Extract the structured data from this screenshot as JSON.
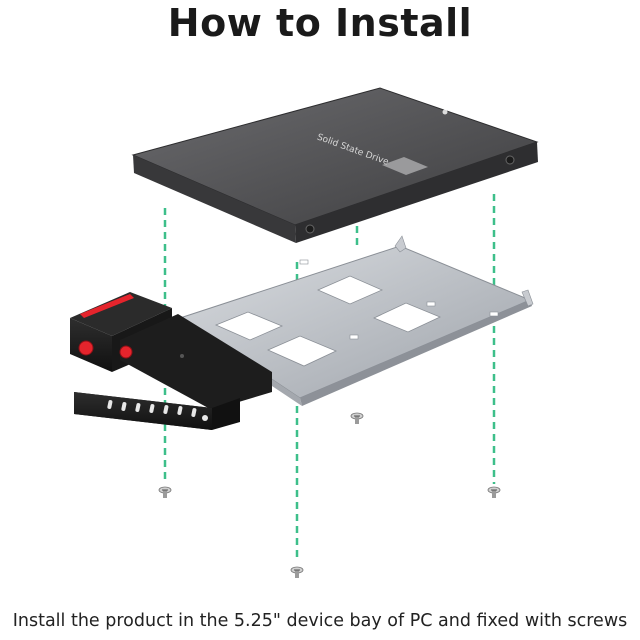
{
  "title": "How to Install",
  "ssd_label": "Solid State Drive",
  "caption": "Install the product in the 5.25\" device bay of PC and fixed with screws",
  "colors": {
    "guide_line": "#3dbf8a",
    "ssd_body": "#4a4a4c",
    "tray_metal": "#b8bcc2",
    "handle": "#1b1b1b",
    "accent_red": "#e5242c"
  },
  "icons": [
    "ssd-drive",
    "metal-tray",
    "eject-handle",
    "screw",
    "dashed-guide-line"
  ]
}
